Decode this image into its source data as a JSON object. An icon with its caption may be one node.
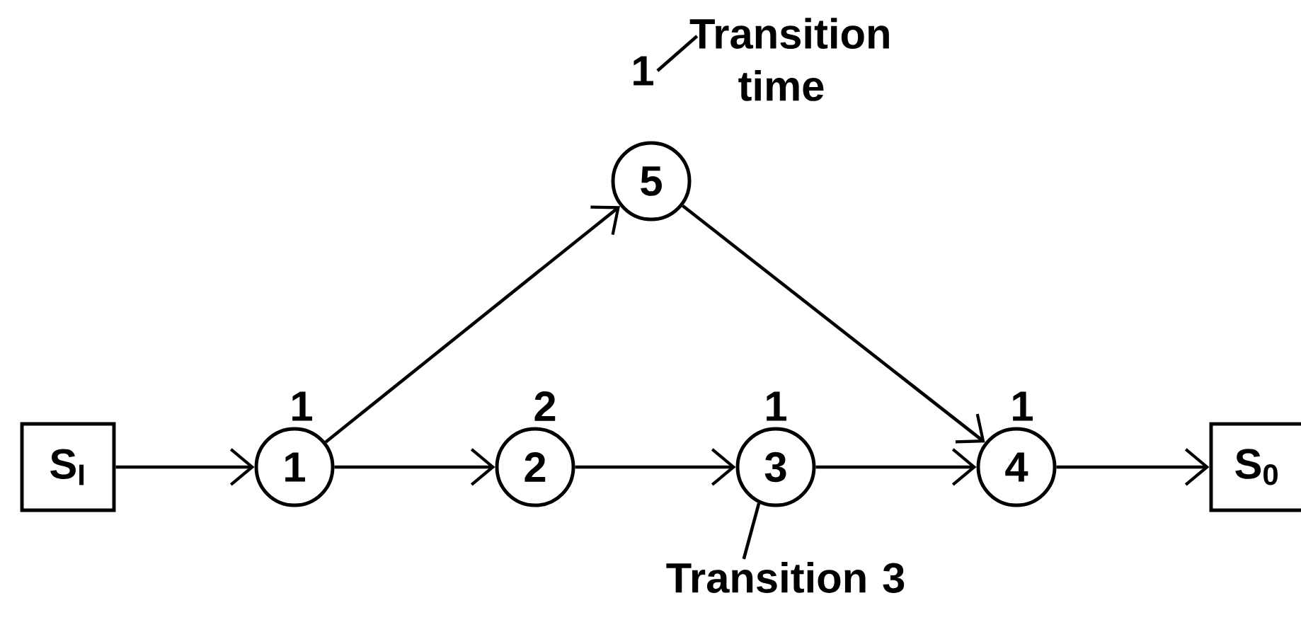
{
  "diagram": {
    "nodes": [
      {
        "text": [
          "S$_{I}$"
        ]
      },
      {
        "text": [
          "1"
        ],
        "beside": [
          "1"
        ]
      },
      {
        "text": [
          "2"
        ],
        "beside": [
          "2"
        ]
      },
      {
        "text": [
          "3"
        ],
        "beside": [
          "1"
        ]
      },
      {
        "text": [
          "4"
        ],
        "beside": [
          "1"
        ]
      },
      {
        "text": [
          "5"
        ]
      },
      {
        "text": [
          "S$_{0}$"
        ]
      },
      {
        "text": [
          "Transition time"
        ]
      },
      {
        "text": [
          "1"
        ]
      },
      {
        "text": [
          "Transition 3"
        ]
      }
    ],
    "edges": [
      {
        "from": 0,
        "to": 1,
        "arrow": "to"
      },
      {
        "from": 1,
        "to": 2,
        "arrow": "to"
      },
      {
        "from": 2,
        "to": 3,
        "arrow": "to"
      },
      {
        "from": 3,
        "to": 4,
        "arrow": "to"
      },
      {
        "from": 4,
        "to": 6,
        "arrow": "to"
      },
      {
        "from": 1,
        "to": 5,
        "arrow": "to"
      },
      {
        "from": 5,
        "to": 4,
        "arrow": "to"
      },
      {
        "from": 7,
        "to": 8,
        "arrow": "none"
      },
      {
        "from": 9,
        "to": 3,
        "arrow": "none"
      }
    ]
  }
}
